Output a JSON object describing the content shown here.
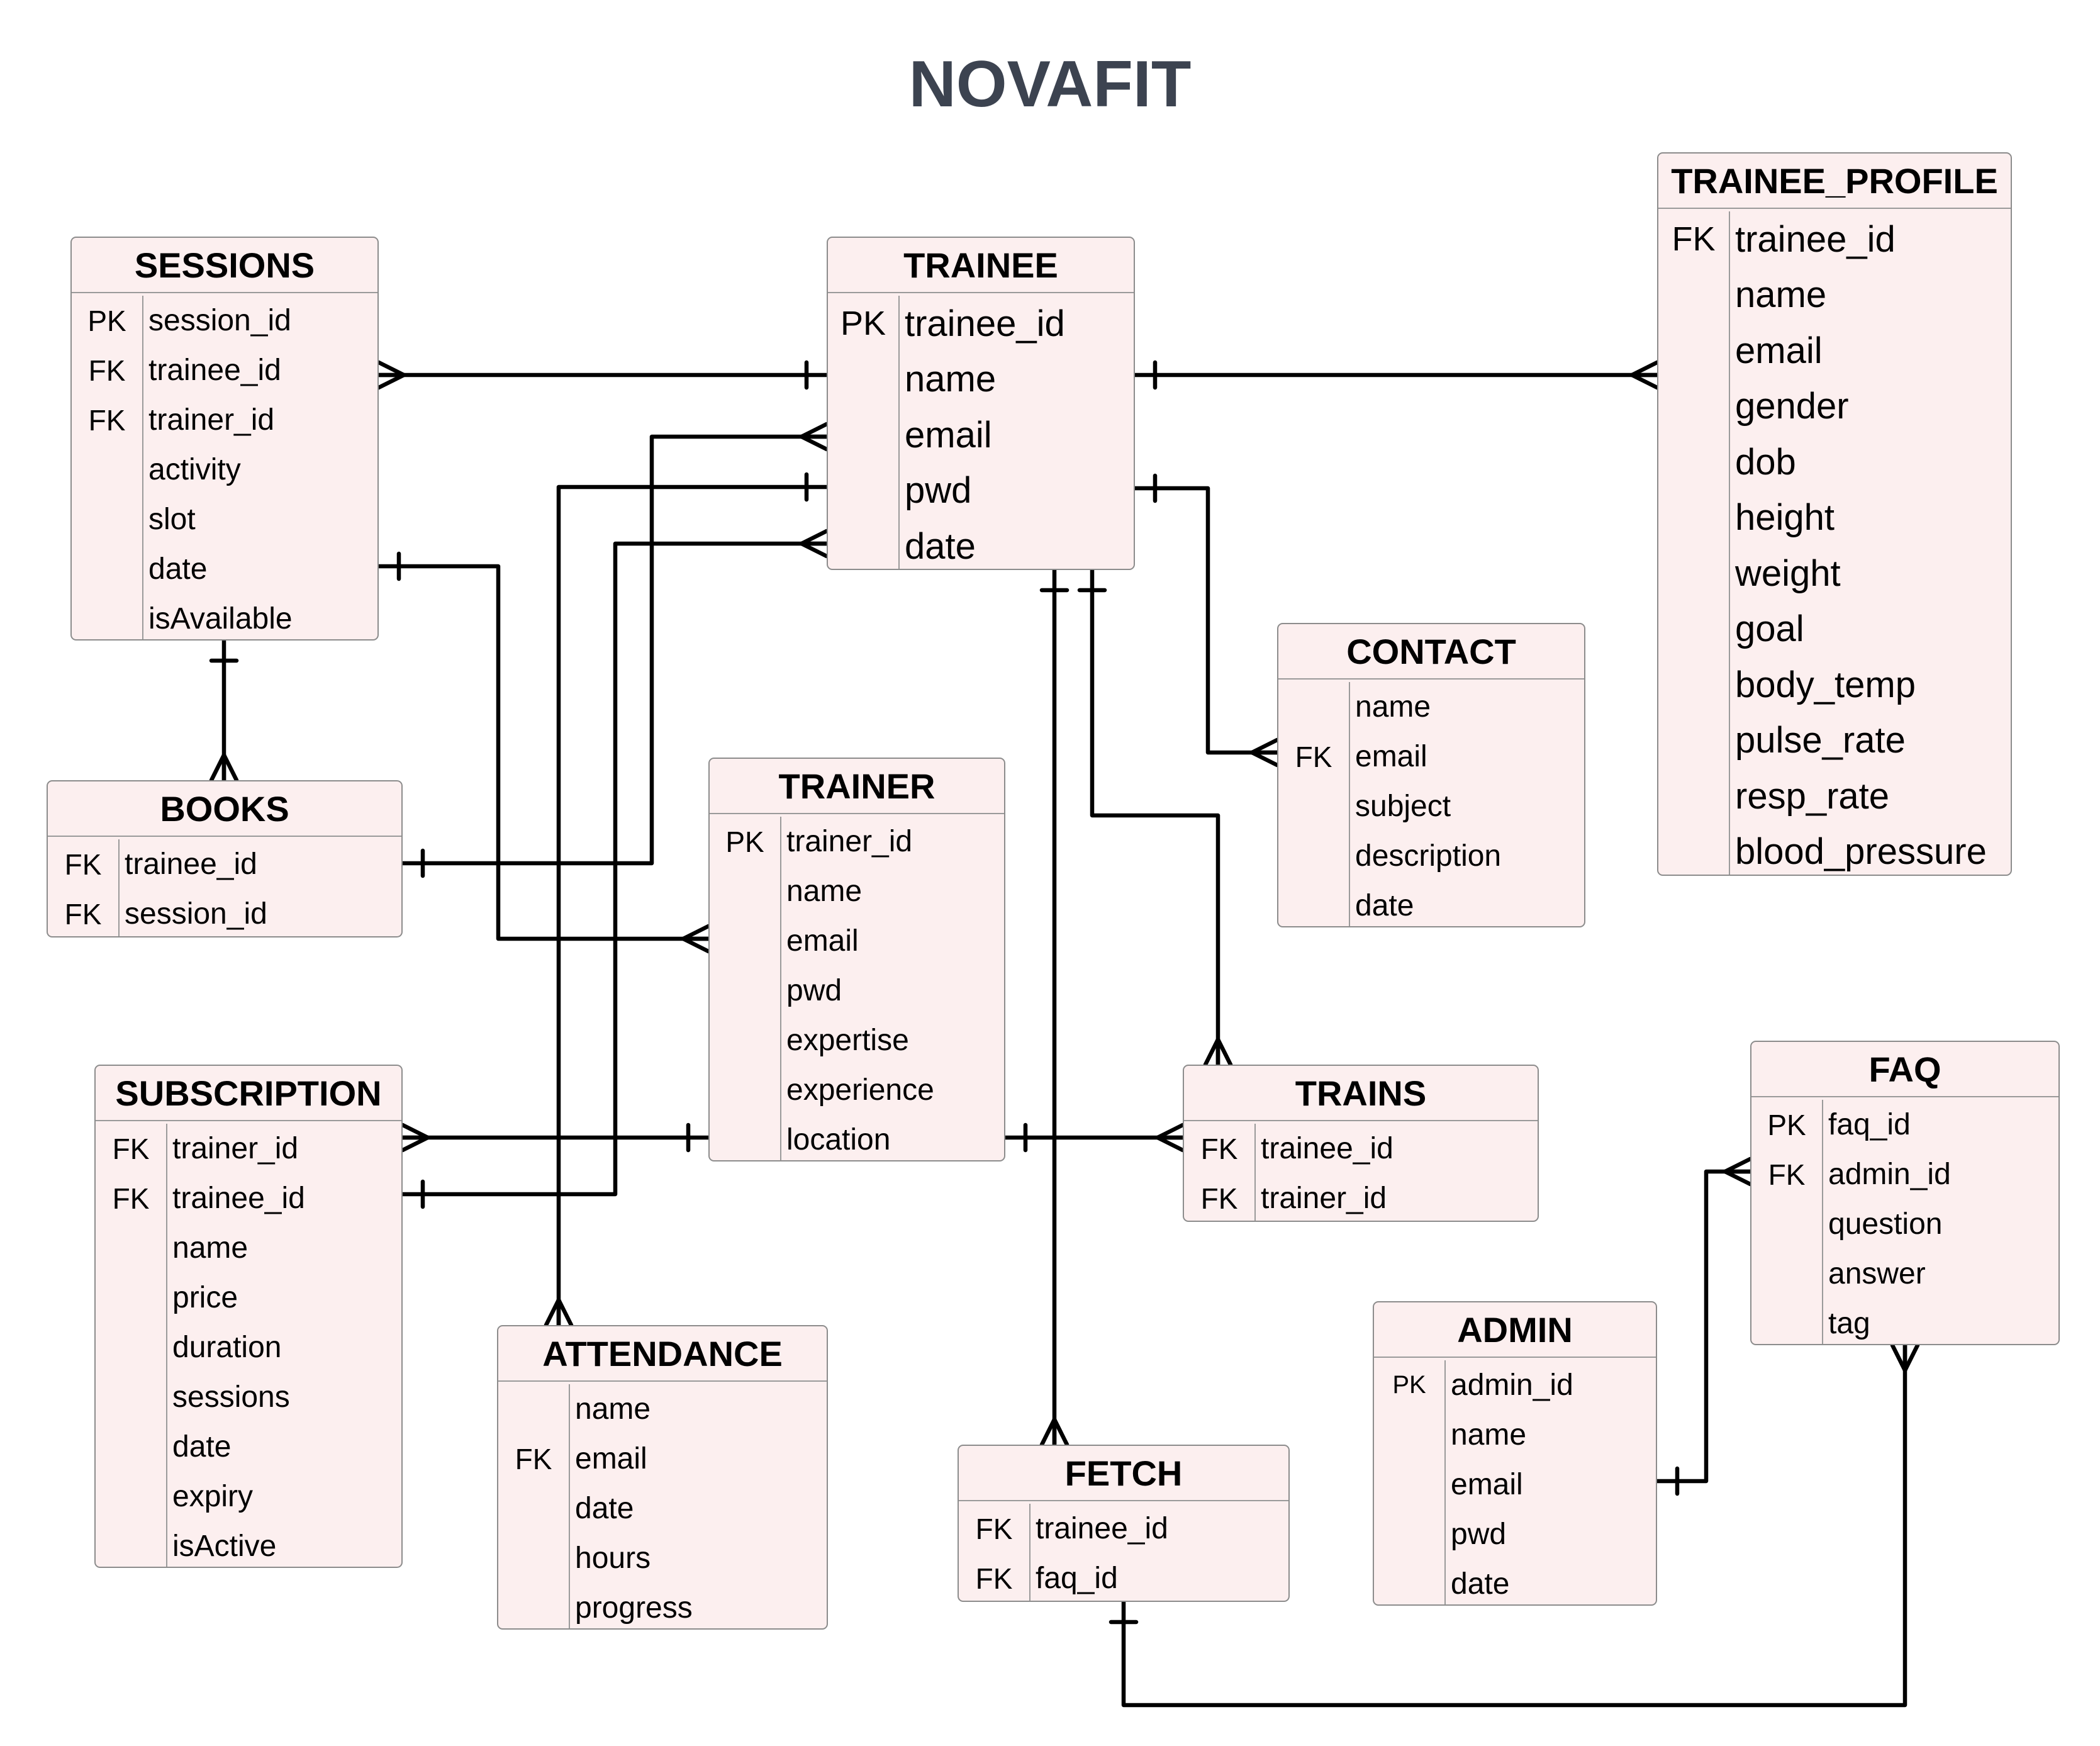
{
  "title": "NOVAFIT",
  "entities": [
    {
      "id": "sessions",
      "name": "SESSIONS",
      "rows": [
        {
          "key": "PK",
          "field": "session_id"
        },
        {
          "key": "FK",
          "field": "trainee_id"
        },
        {
          "key": "FK",
          "field": "trainer_id"
        },
        {
          "key": "",
          "field": "activity"
        },
        {
          "key": "",
          "field": "slot"
        },
        {
          "key": "",
          "field": "date"
        },
        {
          "key": "",
          "field": "isAvailable"
        }
      ]
    },
    {
      "id": "trainee",
      "name": "TRAINEE",
      "rows": [
        {
          "key": "PK",
          "field": "trainee_id"
        },
        {
          "key": "",
          "field": "name"
        },
        {
          "key": "",
          "field": "email"
        },
        {
          "key": "",
          "field": "pwd"
        },
        {
          "key": "",
          "field": "date"
        }
      ]
    },
    {
      "id": "trainee_profile",
      "name": "TRAINEE_PROFILE",
      "rows": [
        {
          "key": "FK",
          "field": "trainee_id"
        },
        {
          "key": "",
          "field": "name"
        },
        {
          "key": "",
          "field": "email"
        },
        {
          "key": "",
          "field": "gender"
        },
        {
          "key": "",
          "field": "dob"
        },
        {
          "key": "",
          "field": "height"
        },
        {
          "key": "",
          "field": "weight"
        },
        {
          "key": "",
          "field": "goal"
        },
        {
          "key": "",
          "field": "body_temp"
        },
        {
          "key": "",
          "field": "pulse_rate"
        },
        {
          "key": "",
          "field": "resp_rate"
        },
        {
          "key": "",
          "field": "blood_pressure"
        }
      ]
    },
    {
      "id": "contact",
      "name": "CONTACT",
      "rows": [
        {
          "key": "",
          "field": "name"
        },
        {
          "key": "FK",
          "field": "email"
        },
        {
          "key": "",
          "field": "subject"
        },
        {
          "key": "",
          "field": "description"
        },
        {
          "key": "",
          "field": "date"
        }
      ]
    },
    {
      "id": "books",
      "name": "BOOKS",
      "rows": [
        {
          "key": "FK",
          "field": "trainee_id"
        },
        {
          "key": "FK",
          "field": "session_id"
        }
      ]
    },
    {
      "id": "trainer",
      "name": "TRAINER",
      "rows": [
        {
          "key": "PK",
          "field": "trainer_id"
        },
        {
          "key": "",
          "field": "name"
        },
        {
          "key": "",
          "field": "email"
        },
        {
          "key": "",
          "field": "pwd"
        },
        {
          "key": "",
          "field": "expertise"
        },
        {
          "key": "",
          "field": "experience"
        },
        {
          "key": "",
          "field": "location"
        }
      ]
    },
    {
      "id": "subscription",
      "name": "SUBSCRIPTION",
      "rows": [
        {
          "key": "FK",
          "field": "trainer_id"
        },
        {
          "key": "FK",
          "field": "trainee_id"
        },
        {
          "key": "",
          "field": "name"
        },
        {
          "key": "",
          "field": "price"
        },
        {
          "key": "",
          "field": "duration"
        },
        {
          "key": "",
          "field": "sessions"
        },
        {
          "key": "",
          "field": "date"
        },
        {
          "key": "",
          "field": "expiry"
        },
        {
          "key": "",
          "field": "isActive"
        }
      ]
    },
    {
      "id": "trains",
      "name": "TRAINS",
      "rows": [
        {
          "key": "FK",
          "field": "trainee_id"
        },
        {
          "key": "FK",
          "field": "trainer_id"
        }
      ]
    },
    {
      "id": "faq",
      "name": "FAQ",
      "rows": [
        {
          "key": "PK",
          "field": "faq_id"
        },
        {
          "key": "FK",
          "field": "admin_id"
        },
        {
          "key": "",
          "field": "question"
        },
        {
          "key": "",
          "field": "answer"
        },
        {
          "key": "",
          "field": "tag"
        }
      ]
    },
    {
      "id": "attendance",
      "name": "ATTENDANCE",
      "rows": [
        {
          "key": "",
          "field": "name"
        },
        {
          "key": "FK",
          "field": "email"
        },
        {
          "key": "",
          "field": "date"
        },
        {
          "key": "",
          "field": "hours"
        },
        {
          "key": "",
          "field": "progress"
        }
      ]
    },
    {
      "id": "admin",
      "name": "ADMIN",
      "rows": [
        {
          "key": "PK",
          "field": "admin_id"
        },
        {
          "key": "",
          "field": "name"
        },
        {
          "key": "",
          "field": "email"
        },
        {
          "key": "",
          "field": "pwd"
        },
        {
          "key": "",
          "field": "date"
        }
      ]
    },
    {
      "id": "fetch",
      "name": "FETCH",
      "rows": [
        {
          "key": "FK",
          "field": "trainee_id"
        },
        {
          "key": "FK",
          "field": "faq_id"
        }
      ]
    }
  ],
  "relationships": [
    {
      "from": "sessions.trainee_id",
      "to": "trainee.trainee_id",
      "from_end": "many",
      "to_end": "one"
    },
    {
      "from": "books.trainee_id",
      "to": "trainee.email",
      "from_end": "one",
      "to_end": "many"
    },
    {
      "from": "attendance.email",
      "to": "trainee.pwd",
      "from_end": "many",
      "to_end": "one"
    },
    {
      "from": "subscription.trainee_id",
      "to": "trainee.date",
      "from_end": "one",
      "to_end": "many"
    },
    {
      "from": "sessions.date",
      "to": "trainer.email",
      "from_end": "one",
      "to_end": "many"
    },
    {
      "from": "trainee.trainee_id",
      "to": "trainee_profile.trainee_id",
      "from_end": "one",
      "to_end": "many"
    },
    {
      "from": "trainee.pwd",
      "to": "contact.email",
      "from_end": "one",
      "to_end": "many"
    },
    {
      "from": "trainee",
      "to": "fetch",
      "from_end": "one",
      "to_end": "many"
    },
    {
      "from": "trainee",
      "to": "trains",
      "from_end": "one",
      "to_end": "many"
    },
    {
      "from": "sessions",
      "to": "books",
      "from_end": "one",
      "to_end": "many"
    },
    {
      "from": "subscription.trainer_id",
      "to": "trainer.location",
      "from_end": "many",
      "to_end": "one"
    },
    {
      "from": "trainer.location",
      "to": "trains.trainee_id",
      "from_end": "one",
      "to_end": "many"
    },
    {
      "from": "admin.email",
      "to": "faq.admin_id",
      "from_end": "one",
      "to_end": "many"
    },
    {
      "from": "fetch",
      "to": "faq",
      "from_end": "one",
      "to_end": "many"
    }
  ]
}
